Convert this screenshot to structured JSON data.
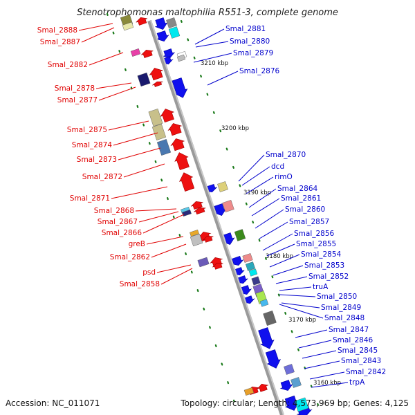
{
  "title": "Stenotrophomonas maltophilia R551-3, complete genome",
  "footer": {
    "accession": "Accession: NC_011071",
    "topology": "Topology: circular; Length: 4,573,969 bp; Genes: 4,125"
  },
  "colors": {
    "forward_strand": "#0000ee",
    "reverse_strand": "#ee0000",
    "left_label": "#e00000",
    "right_label": "#0000cc",
    "backbone": "#9a9a9a",
    "tick": "#1a7a1a"
  },
  "left_labels": [
    "Smal_2888",
    "Smal_2887",
    "Smal_2882",
    "Smal_2878",
    "Smal_2877",
    "Smal_2875",
    "Smal_2874",
    "Smal_2873",
    "Smal_2872",
    "Smal_2871",
    "Smal_2868",
    "Smal_2867",
    "Smal_2866",
    "greB",
    "Smal_2862",
    "psd",
    "Smal_2858"
  ],
  "right_labels": [
    "Smal_2881",
    "Smal_2880",
    "Smal_2879",
    "Smal_2876",
    "Smal_2870",
    "dcd",
    "rimO",
    "Smal_2864",
    "Smal_2861",
    "Smal_2860",
    "Smal_2857",
    "Smal_2856",
    "Smal_2855",
    "Smal_2854",
    "Smal_2853",
    "Smal_2852",
    "truA",
    "Smal_2850",
    "Smal_2849",
    "Smal_2848",
    "Smal_2847",
    "Smal_2846",
    "Smal_2845",
    "Smal_2843",
    "Smal_2842",
    "trpA"
  ],
  "ticks": [
    "3210 kbp",
    "3200 kbp",
    "3190 kbp",
    "3180 kbp",
    "3170 kbp",
    "3160 kbp"
  ]
}
